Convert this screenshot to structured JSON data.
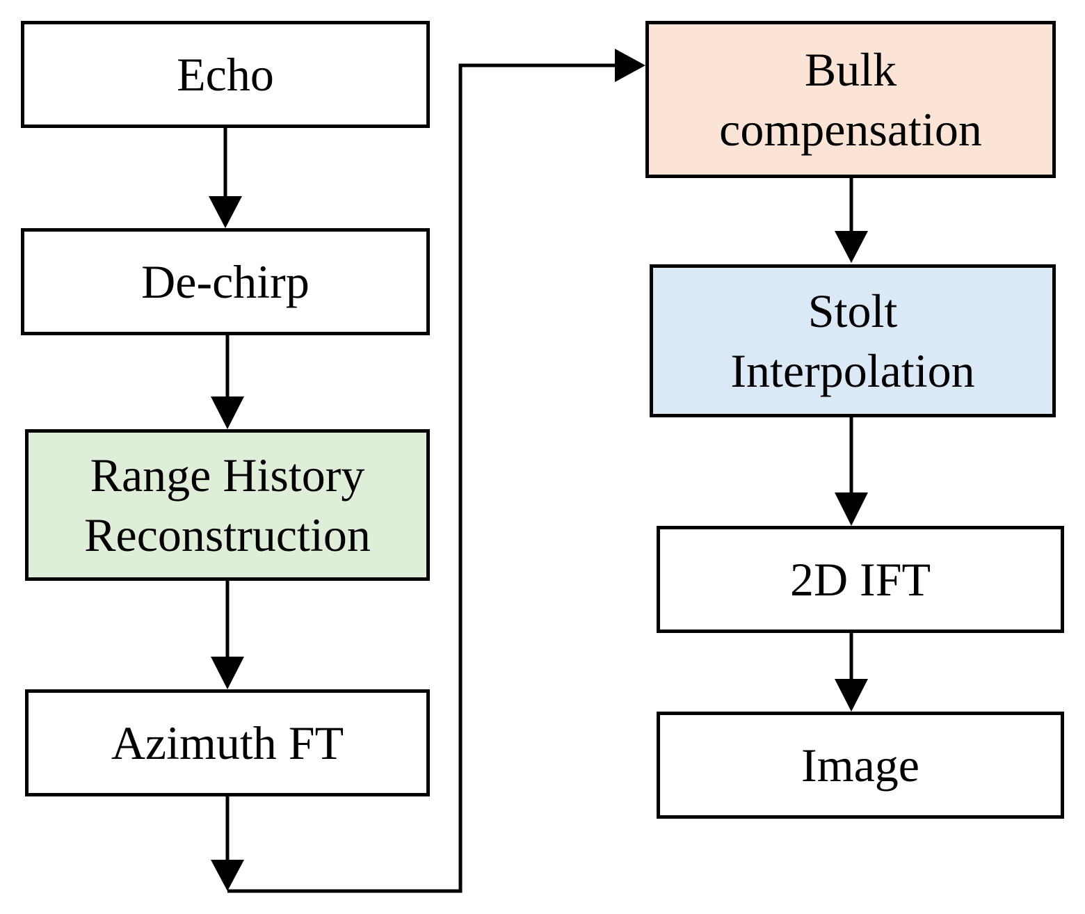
{
  "flowchart": {
    "steps": {
      "echo": "Echo",
      "dechirp": "De-chirp",
      "range_line1": "Range History",
      "range_line2": "Reconstruction",
      "azimuth": "Azimuth FT",
      "bulk_line1": "Bulk",
      "bulk_line2": "compensation",
      "stolt_line1": "Stolt",
      "stolt_line2": "Interpolation",
      "ift": "2D IFT",
      "image": "Image"
    },
    "colors": {
      "range_fill": "#dfeed9",
      "bulk_fill": "#fbe4d5",
      "stolt_fill": "#dbe9f6",
      "default_fill": "#ffffff",
      "stroke": "#000000"
    }
  }
}
